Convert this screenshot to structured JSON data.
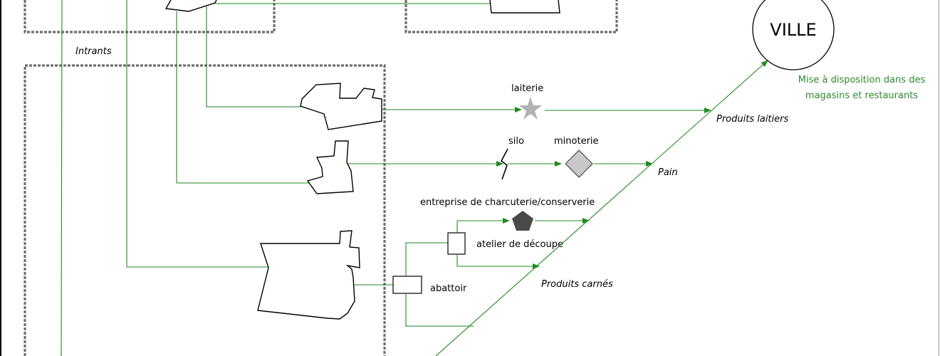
{
  "title": "Circuit des produits agricoles vers la ville",
  "colors": {
    "flow": "#1f8a1f",
    "zone_border": "#6e6e6e",
    "star_laiterie": "#b3b3b3",
    "diamond_minoterie": "#c8c8c8",
    "pentagon_charcuterie": "#4a4a4a",
    "annotation_green": "#2b8a2b"
  },
  "zones": {
    "inputs_label": "Intrants"
  },
  "city": {
    "label": "VILLE",
    "annotation_line1": "Mise à disposition dans des",
    "annotation_line2": "magasins et restaurants"
  },
  "processors": {
    "laiterie": {
      "label": "laiterie",
      "icon": "star-icon"
    },
    "silo": {
      "label": "silo",
      "icon": "silo-break-icon"
    },
    "minoterie": {
      "label": "minoterie",
      "icon": "diamond-icon"
    },
    "charcuterie": {
      "label": "entreprise de charcuterie/conserverie",
      "icon": "pentagon-icon"
    },
    "decoupe": {
      "label": "atelier de découpe",
      "icon": "square-icon"
    },
    "abattoir": {
      "label": "abattoir",
      "icon": "rectangle-icon"
    }
  },
  "products": {
    "laitiers": "Produits laitiers",
    "pain": "Pain",
    "carnes": "Produits carnés"
  }
}
